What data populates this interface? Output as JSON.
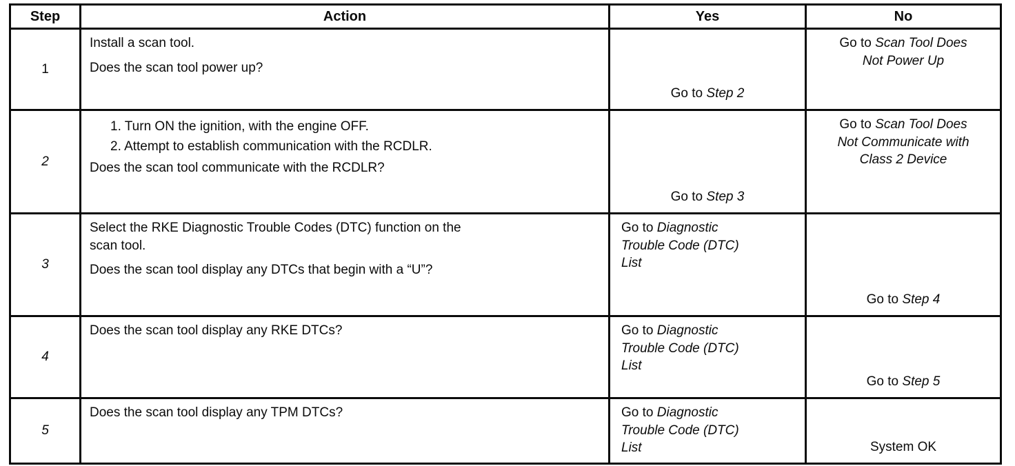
{
  "table": {
    "headers": {
      "step": "Step",
      "action": "Action",
      "yes": "Yes",
      "no": "No"
    },
    "rows": [
      {
        "step": "1",
        "action_p1": "Install a scan tool.",
        "action_q": "Does the scan tool power up?",
        "yes": {
          "prefix": "Go to ",
          "target": "Step 2"
        },
        "no": {
          "prefix": "Go to ",
          "target": "Scan Tool Does\nNot Power Up"
        }
      },
      {
        "step": "2",
        "action_l1": "1. Turn ON the ignition, with the engine OFF.",
        "action_l2": "2. Attempt to establish communication with the RCDLR.",
        "action_q": "Does the scan tool communicate with the RCDLR?",
        "yes": {
          "prefix": "Go to ",
          "target": "Step 3"
        },
        "no": {
          "prefix": "Go to ",
          "target": "Scan Tool Does\nNot Communicate with\nClass 2 Device"
        }
      },
      {
        "step": "3",
        "action_p1": "Select the RKE Diagnostic Trouble Codes (DTC) function on the\nscan tool.",
        "action_q": "Does the scan tool display any DTCs that begin with a “U”?",
        "yes": {
          "prefix": "Go to ",
          "target": "Diagnostic\nTrouble Code (DTC)\nList"
        },
        "no": {
          "prefix": "Go to ",
          "target": "Step 4"
        }
      },
      {
        "step": "4",
        "action_q": "Does the scan tool display any RKE DTCs?",
        "yes": {
          "prefix": "Go to ",
          "target": "Diagnostic\nTrouble Code (DTC)\nList"
        },
        "no": {
          "prefix": "Go to ",
          "target": "Step 5"
        }
      },
      {
        "step": "5",
        "action_q": "Does the scan tool display any TPM DTCs?",
        "yes": {
          "prefix": "Go to ",
          "target": "Diagnostic\nTrouble Code (DTC)\nList"
        },
        "no": {
          "text": "System OK"
        }
      }
    ]
  }
}
